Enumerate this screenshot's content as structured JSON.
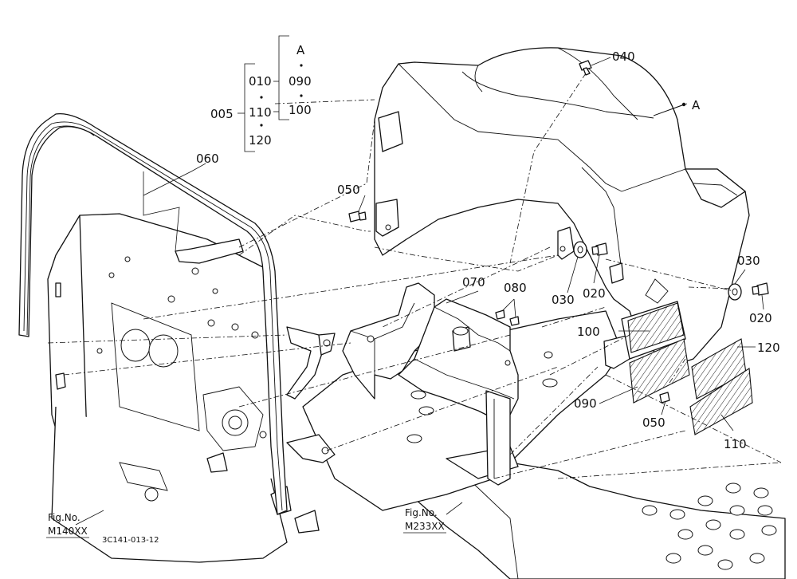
{
  "callouts": {
    "p005": "005",
    "p010": "010",
    "p110": "110",
    "p120_group": "120",
    "pA_group": "A",
    "p090_group": "090",
    "p100_group": "100",
    "p060": "060",
    "p040": "040",
    "pA_marker": "A",
    "p050_top": "050",
    "p070": "070",
    "p080": "080",
    "p030_left": "030",
    "p020_left": "020",
    "p030_right": "030",
    "p020_right": "020",
    "p100": "100",
    "p120": "120",
    "p090": "090",
    "p050_bottom": "050",
    "p110_bottom": "110"
  },
  "figure_refs": {
    "left_title": "Fig.No.",
    "left_code": "M140XX",
    "center_title": "Fig.No.",
    "center_code": "M233XX"
  },
  "drawing_code": "3C141-013-12"
}
